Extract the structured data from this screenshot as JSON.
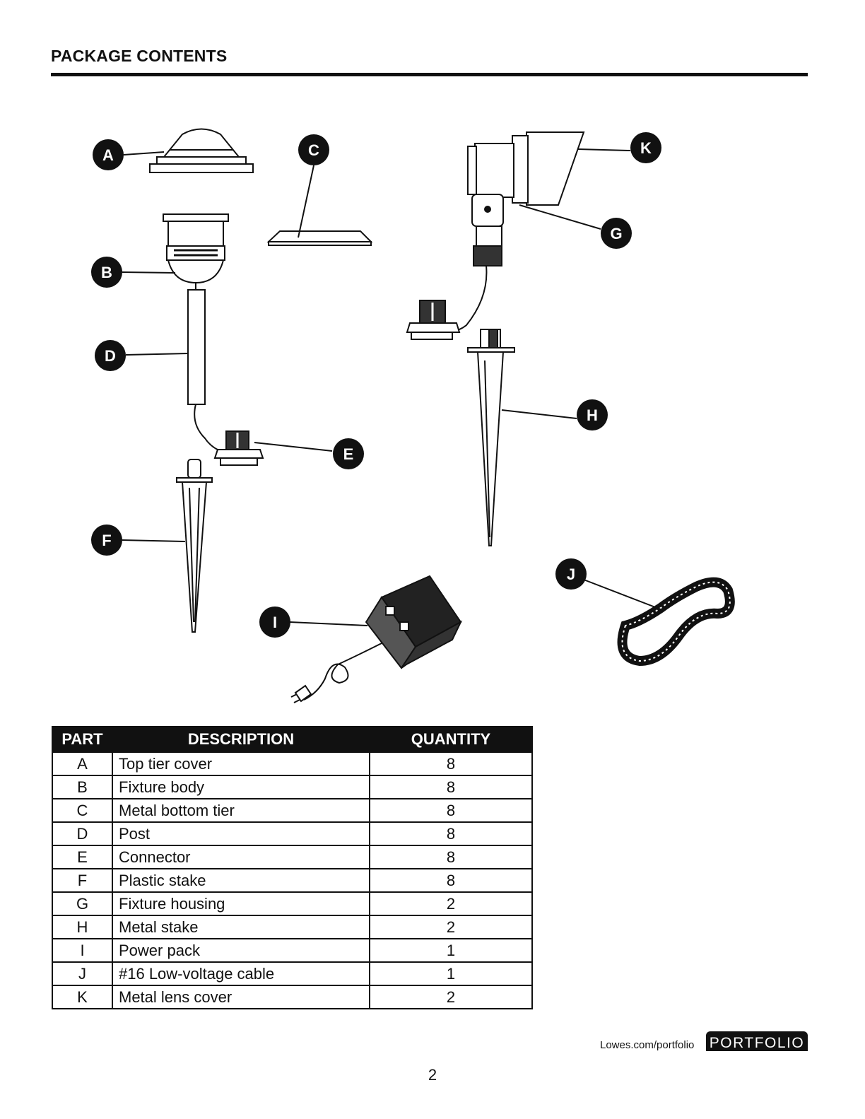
{
  "heading": "PACKAGE CONTENTS",
  "callouts": [
    "A",
    "B",
    "C",
    "D",
    "E",
    "F",
    "G",
    "H",
    "I",
    "J",
    "K"
  ],
  "table": {
    "headers": [
      "PART",
      "DESCRIPTION",
      "QUANTITY"
    ],
    "rows": [
      {
        "part": "A",
        "description": "Top tier cover",
        "quantity": "8"
      },
      {
        "part": "B",
        "description": "Fixture body",
        "quantity": "8"
      },
      {
        "part": "C",
        "description": "Metal bottom tier",
        "quantity": "8"
      },
      {
        "part": "D",
        "description": "Post",
        "quantity": "8"
      },
      {
        "part": "E",
        "description": "Connector",
        "quantity": "8"
      },
      {
        "part": "F",
        "description": "Plastic stake",
        "quantity": "8"
      },
      {
        "part": "G",
        "description": "Fixture housing",
        "quantity": "2"
      },
      {
        "part": "H",
        "description": "Metal stake",
        "quantity": "2"
      },
      {
        "part": "I",
        "description": "Power pack",
        "quantity": "1"
      },
      {
        "part": "J",
        "description": "#16 Low-voltage cable",
        "quantity": "1"
      },
      {
        "part": "K",
        "description": "Metal lens cover",
        "quantity": "2"
      }
    ]
  },
  "footer": {
    "url": "Lowes.com/portfolio",
    "brand": "PORTFOLIO",
    "page_number": "2"
  }
}
